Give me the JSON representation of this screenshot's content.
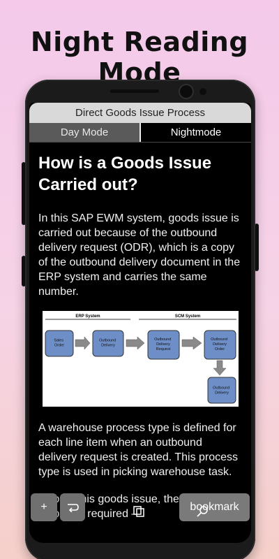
{
  "promo": {
    "title": "Night Reading Mode"
  },
  "app": {
    "title": "Direct Goods Issue Process",
    "tabs": [
      {
        "label": "Day Mode",
        "active": false
      },
      {
        "label": "Nightmode",
        "active": true
      }
    ]
  },
  "article": {
    "heading": "How is a Goods Issue Carried out?",
    "paragraph1": "In this SAP EWM system, goods issue is carried out because of the outbound delivery request (ODR), which is a copy of the outbound delivery document in the ERP system and carries the same number.",
    "paragraph2": "A warehouse process type is defined for each line item when an outbound delivery request is created. This process type is used in picking warehouse task.",
    "paragraph3": "To post this goods issue, the following steps are required –"
  },
  "diagram": {
    "sections": [
      "ERP System",
      "SCM System"
    ],
    "boxes": [
      {
        "label": "Sales Order"
      },
      {
        "label": "Outbound Delivery"
      },
      {
        "label": "Outbound Delivery Request"
      },
      {
        "label": "Outbound Delivery Order"
      },
      {
        "label": "Outbound Delivery"
      }
    ],
    "box_color": "#6d8ec6"
  },
  "controls": {
    "plus_label": "+",
    "bookmark_label": "bookmark"
  },
  "colors": {
    "screen_bg": "#000000",
    "titlebar_bg": "#d9d9d9",
    "tab_inactive_bg": "#5a5a5a",
    "fab_bg": "#707070"
  }
}
